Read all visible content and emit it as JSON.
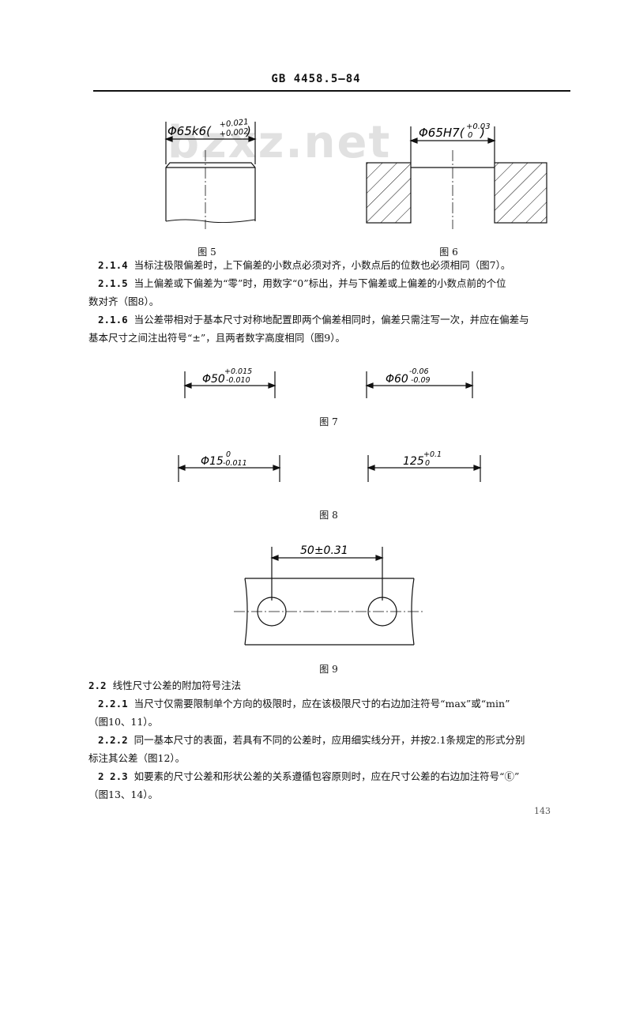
{
  "header": {
    "title": "GB 4458.5—84"
  },
  "watermark": "bzxz.net",
  "fig5": {
    "dim": "Φ65k6(",
    "upper": "+0.021",
    "lower": "+0.002",
    "close": ")",
    "caption": "图 5"
  },
  "fig6": {
    "dim": "Φ65H7(",
    "upper": "+0.03",
    "lower": "0",
    "close": ")",
    "caption": "图 6"
  },
  "fig7": {
    "a": {
      "base": "Φ50",
      "upper": "+0.015",
      "lower": "-0.010"
    },
    "b": {
      "base": "Φ60",
      "upper": "-0.06",
      "lower": "-0.09"
    },
    "caption": "图 7"
  },
  "fig8": {
    "a": {
      "base": "Φ15",
      "upper": "0",
      "lower": "-0.011"
    },
    "b": {
      "base": "125",
      "upper": "+0.1",
      "lower": "0"
    },
    "caption": "图 8"
  },
  "fig9": {
    "dim": "50±0.31",
    "caption": "图 9"
  },
  "paragraphs": {
    "p214": {
      "num": "2.1.4",
      "text": "当标注极限偏差时，上下偏差的小数点必须对齐，小数点后的位数也必须相同（图7）。"
    },
    "p215_a": {
      "num": "2.1.5",
      "text": "当上偏差或下偏差为“零”时，用数字“0”标出，并与下偏差或上偏差的小数点前的个位"
    },
    "p215_b": "数对齐（图8）。",
    "p216_a": {
      "num": "2.1.6",
      "text": "当公差带相对于基本尺寸对称地配置即两个偏差相同时，偏差只需注写一次，并应在偏差与"
    },
    "p216_b": "基本尺寸之间注出符号“±”，且两者数字高度相同（图9）。",
    "s22": {
      "num": "2.2",
      "text": "线性尺寸公差的附加符号注法"
    },
    "p221_a": {
      "num": "2.2.1",
      "text": "当尺寸仅需要限制单个方向的极限时，应在该极限尺寸的右边加注符号“max”或“min”"
    },
    "p221_b": "（图10、11）。",
    "p222_a": {
      "num": "2.2.2",
      "text": "同一基本尺寸的表面，若具有不同的公差时，应用细实线分开，并按2.1条规定的形式分别"
    },
    "p222_b": "标注其公差（图12）。",
    "p223_a": {
      "num": "2 2.3",
      "text": "如要素的尺寸公差和形状公差的关系遵循包容原则时，应在尺寸公差的右边加注符号“Ⓔ”"
    },
    "p223_b": "（图13、14）。"
  },
  "page_number": "143"
}
